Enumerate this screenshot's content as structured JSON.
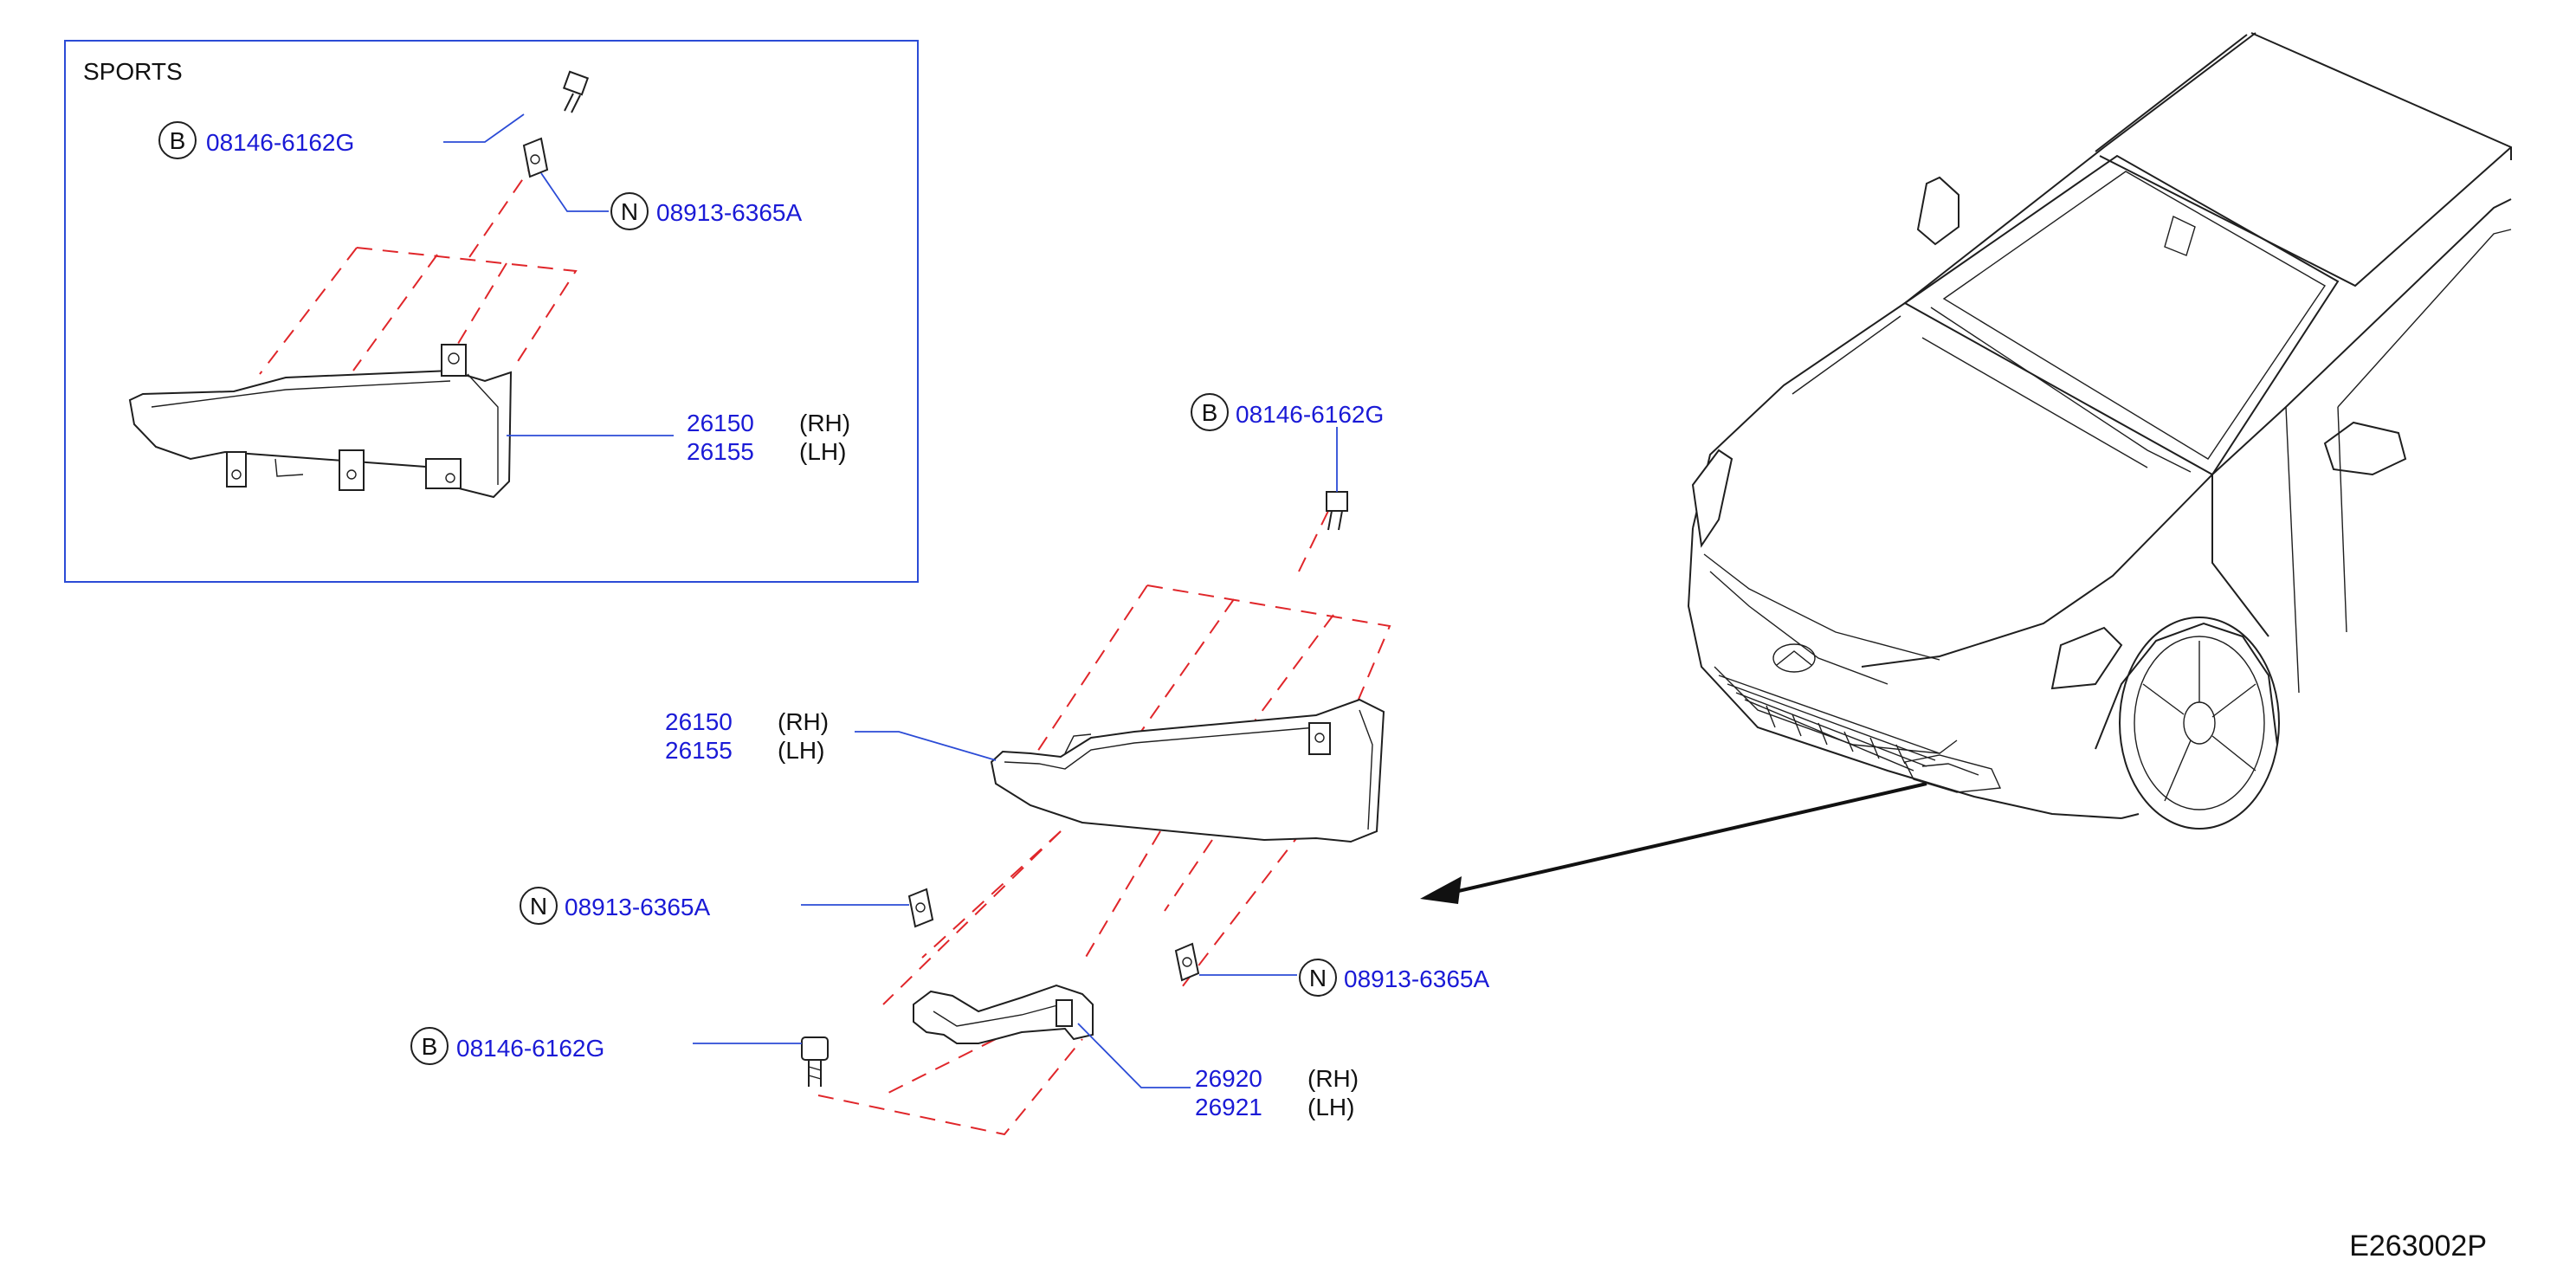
{
  "diagram": {
    "sports_label": "SPORTS",
    "diagram_code": "E263002P",
    "symbols": {
      "bolt": "B",
      "nut": "N"
    },
    "parts": {
      "bolt_no": "08146-6162G",
      "nut_no": "08913-6365A",
      "lamp_rh": "26150",
      "lamp_lh": "26155",
      "bracket_rh": "26920",
      "bracket_lh": "26921"
    },
    "sides": {
      "rh": "(RH)",
      "lh": "(LH)"
    },
    "colors": {
      "part_number": "#1a1ad6",
      "dashed_guide": "#e0262a",
      "leader": "#2b4bd6"
    }
  }
}
